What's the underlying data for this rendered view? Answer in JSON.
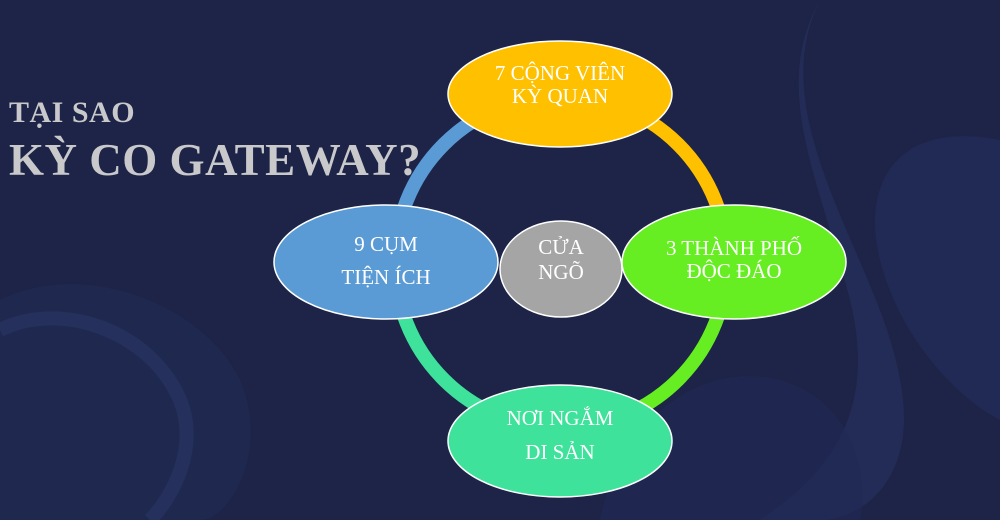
{
  "title": {
    "line1": "TẠI SAO",
    "line2": "KỲ CO GATEWAY?"
  },
  "diagram": {
    "center": {
      "line1": "CỬA",
      "line2": "NGÕ",
      "color": "#a5a5a5"
    },
    "nodes": [
      {
        "line1": "7 CỘNG VIÊN",
        "line2": "KỲ QUAN",
        "color": "#ffc000"
      },
      {
        "line1": "3 THÀNH PHỐ",
        "line2": "ĐỘC ĐÁO",
        "color": "#66ee22"
      },
      {
        "line1": "NƠI NGẮM",
        "line2": "DI SẢN",
        "color": "#3ee29b"
      },
      {
        "line1": "9 CỤM",
        "line2": "TIỆN ÍCH",
        "color": "#5b9bd5"
      }
    ]
  }
}
